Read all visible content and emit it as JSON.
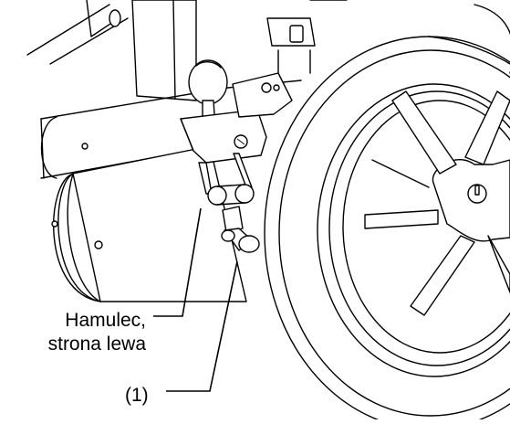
{
  "callouts": {
    "brake": {
      "line1": "Hamulec,",
      "line2": "strona lewa"
    },
    "item1": {
      "label": "(1)"
    }
  },
  "colors": {
    "line": "#000000",
    "background": "#ffffff"
  }
}
